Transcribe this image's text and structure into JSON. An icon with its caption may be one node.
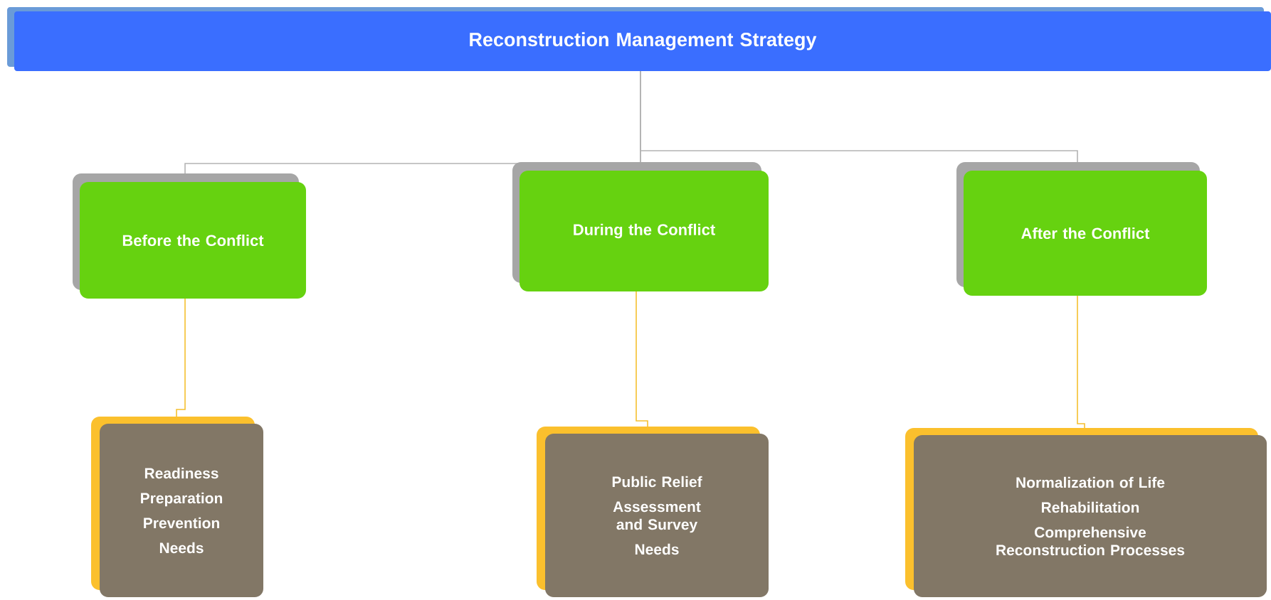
{
  "diagram": {
    "nodes": [
      {
        "text": [
          "Reconstruction Management Strategy"
        ]
      },
      {
        "text": [
          "Before the Conflict"
        ]
      },
      {
        "text": [
          "During the Conflict"
        ]
      },
      {
        "text": [
          "After the Conflict"
        ]
      },
      {
        "text": [
          "Readiness",
          "Preparation",
          "Prevention",
          "Needs"
        ]
      },
      {
        "text": [
          "Public Relief",
          "Assessment and Survey",
          "Needs"
        ]
      },
      {
        "text": [
          "Normalization of Life",
          "Rehabilitation",
          "Comprehensive Reconstruction Processes"
        ]
      }
    ],
    "edges": [
      {
        "from": 0,
        "to": 1,
        "arrow": "none"
      },
      {
        "from": 0,
        "to": 2,
        "arrow": "none"
      },
      {
        "from": 0,
        "to": 3,
        "arrow": "none"
      },
      {
        "from": 1,
        "to": 4,
        "arrow": "none",
        "color": "#f5c030"
      },
      {
        "from": 2,
        "to": 5,
        "arrow": "none",
        "color": "#f5c030"
      },
      {
        "from": 3,
        "to": 6,
        "arrow": "none",
        "color": "#f5c030"
      }
    ]
  }
}
